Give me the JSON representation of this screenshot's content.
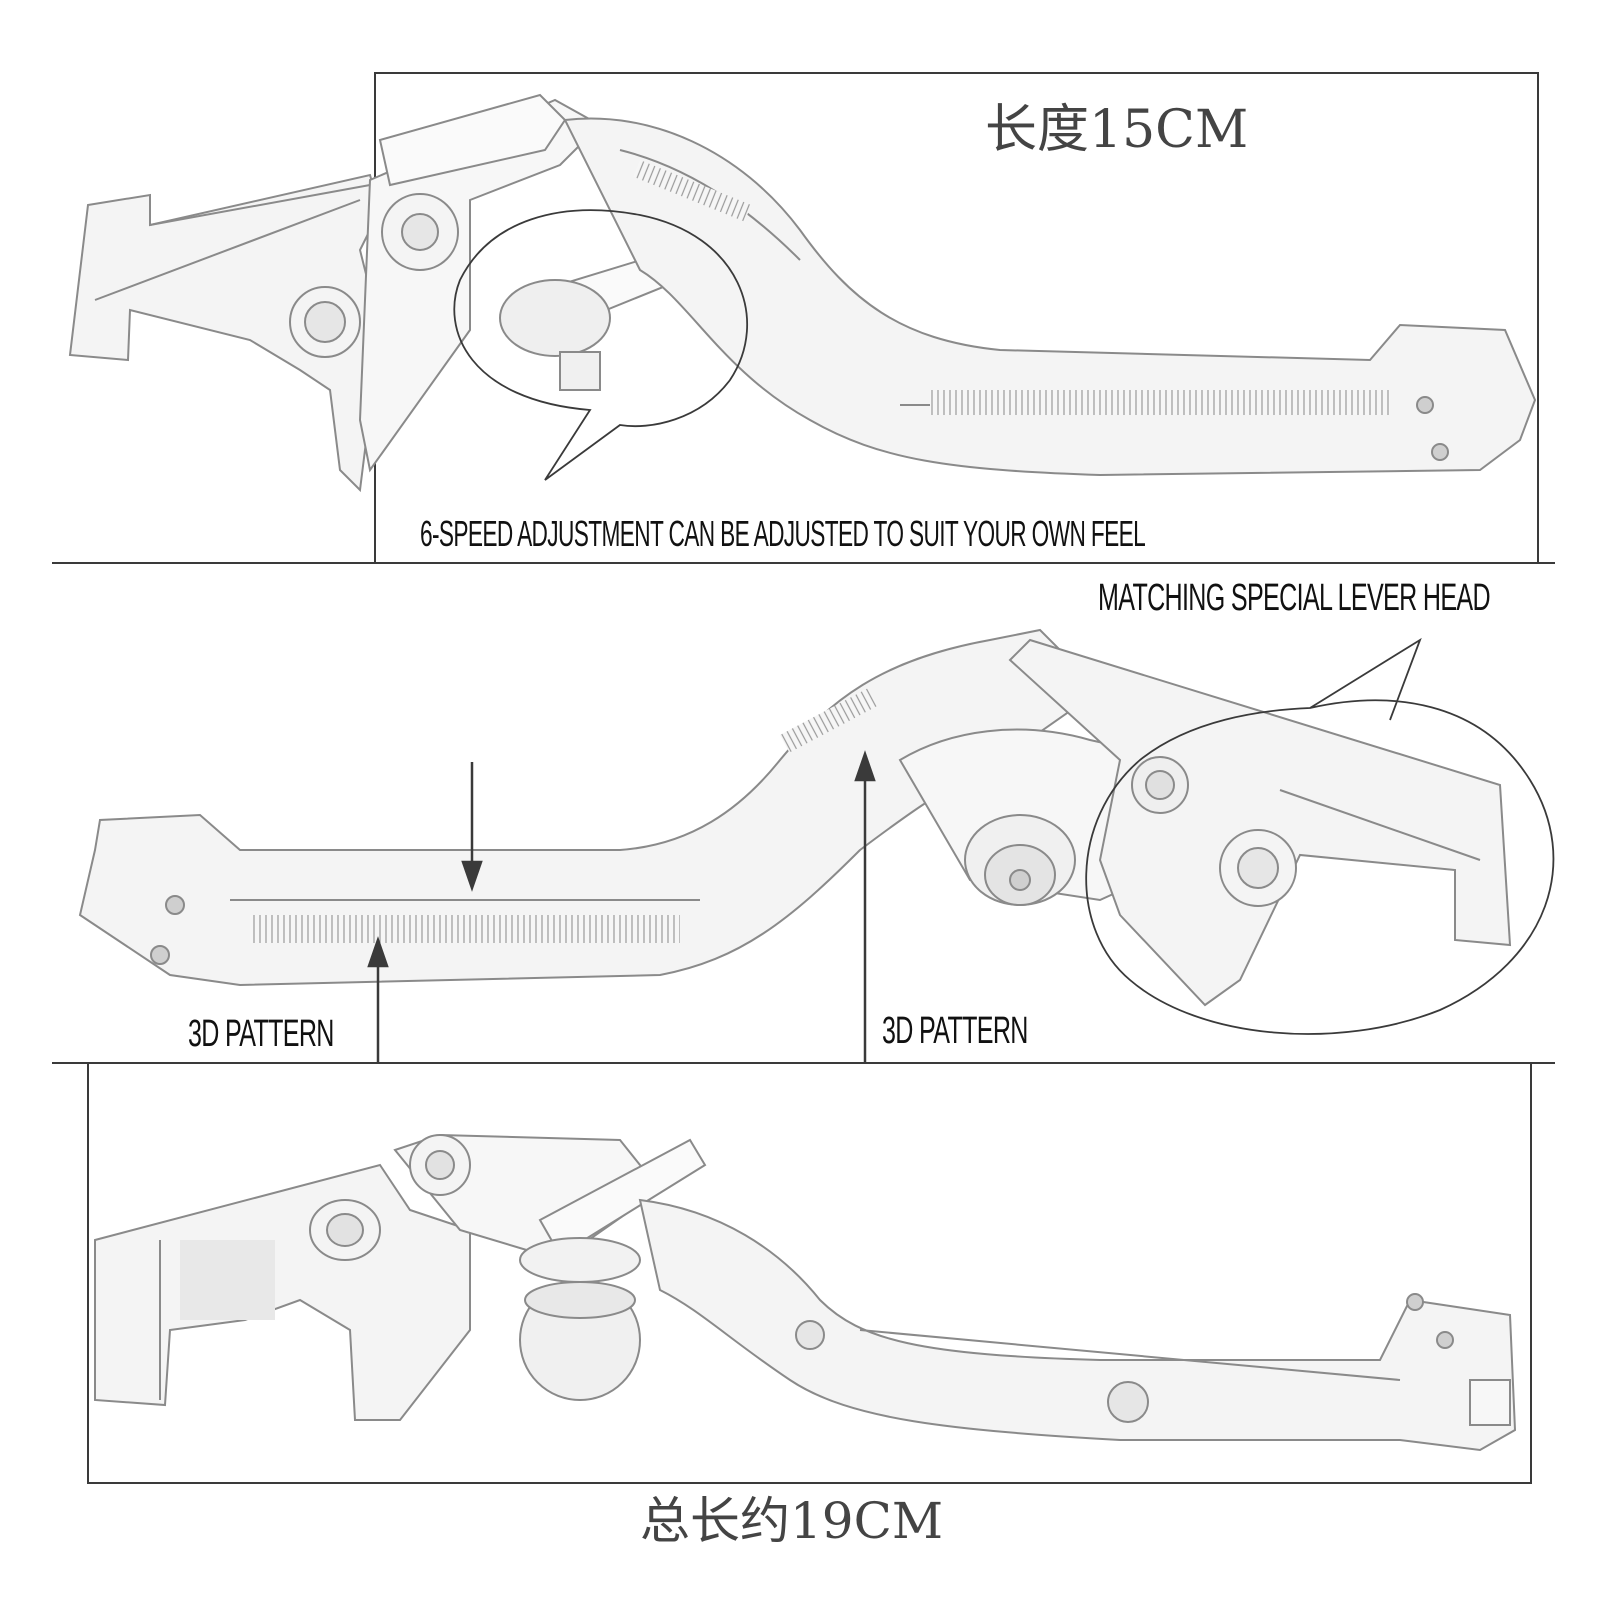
{
  "panels": {
    "top": {
      "length_label": "长度15CM",
      "caption": "6-SPEED ADJUSTMENT CAN BE ADJUSTED TO SUIT YOUR OWN FEEL"
    },
    "middle": {
      "head_label": "MATCHING SPECIAL LEVER HEAD",
      "pattern_label_left": "3D PATTERN",
      "pattern_label_right": "3D PATTERN"
    },
    "bottom": {
      "total_length_label": "总长约19CM"
    }
  },
  "colors": {
    "line": "#3a3a3a",
    "stroke": "#8a8a8a",
    "fill": "#f4f4f4",
    "shade": "#e6e6e6"
  }
}
